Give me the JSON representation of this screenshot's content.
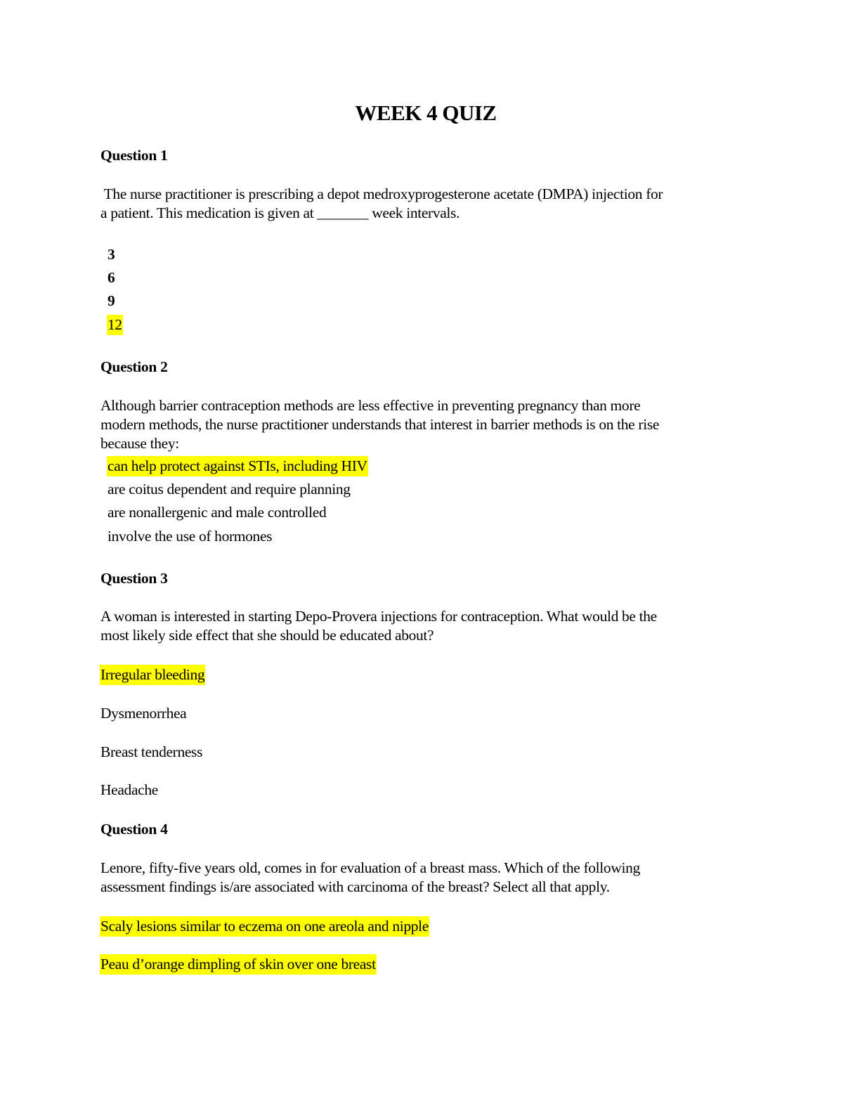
{
  "document": {
    "title": "WEEK 4 QUIZ",
    "highlight_color": "#ffff00",
    "questions": [
      {
        "heading": "Question 1",
        "prompt_lines": [
          " The nurse practitioner is prescribing a depot medroxyprogesterone acetate (DMPA) injection for",
          "a patient. This medication is given at _______ week intervals."
        ],
        "options": [
          {
            "label": "3",
            "highlighted": false
          },
          {
            "label": "6",
            "highlighted": false
          },
          {
            "label": "9",
            "highlighted": false
          },
          {
            "label": "12",
            "highlighted": true
          }
        ]
      },
      {
        "heading": "Question 2",
        "prompt_lines": [
          "Although barrier contraception methods are less effective in preventing pregnancy than more",
          "modern methods, the nurse practitioner understands that interest in barrier methods is on the rise",
          "because they:"
        ],
        "options": [
          {
            "label": "can help protect against STIs, including HIV",
            "highlighted": true
          },
          {
            "label": "are coitus dependent and require planning",
            "highlighted": false
          },
          {
            "label": "are nonallergenic and male controlled",
            "highlighted": false
          },
          {
            "label": "involve the use of hormones",
            "highlighted": false
          }
        ]
      },
      {
        "heading": "Question 3",
        "prompt_lines": [
          "A woman is interested in starting Depo-Provera injections for contraception. What would be the",
          "most likely side effect that she should be educated about?"
        ],
        "options": [
          {
            "label": "Irregular bleeding",
            "highlighted": true
          },
          {
            "label": "Dysmenorrhea",
            "highlighted": false
          },
          {
            "label": "Breast tenderness",
            "highlighted": false
          },
          {
            "label": "Headache",
            "highlighted": false
          }
        ]
      },
      {
        "heading": "Question 4",
        "prompt_lines": [
          "Lenore, fifty-five years old, comes in for evaluation of a breast mass. Which of the following",
          "assessment findings is/are associated with carcinoma of the breast? Select all that apply."
        ],
        "options": [
          {
            "label": "Scaly lesions similar to eczema on one areola and nipple",
            "highlighted": true
          },
          {
            "label": "Peau d’orange dimpling of skin over one breast",
            "highlighted": true
          }
        ]
      }
    ]
  }
}
